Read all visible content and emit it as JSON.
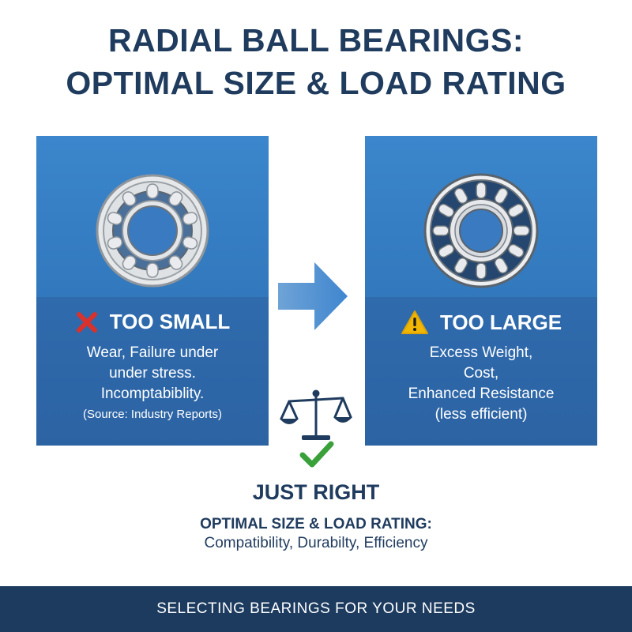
{
  "title": {
    "line1": "RADIAL BALL BEARINGS:",
    "line2": "OPTIMAL SIZE & LOAD RATING"
  },
  "panels": {
    "small": {
      "label": "TOO SMALL",
      "desc_line1": "Wear, Failure under",
      "desc_line2": "under stress.",
      "desc_line3": "Incomptabiblity.",
      "source": "(Source: Industry Reports)",
      "icon": "red-x-icon"
    },
    "large": {
      "label": "TOO LARGE",
      "desc_line1": "Excess Weight,",
      "desc_line2": "Cost,",
      "desc_line3": "Enhanced Resistance",
      "desc_line4": "(less efficient)",
      "icon": "warning-icon"
    }
  },
  "center": {
    "arrow_icon": "right-arrow-icon",
    "scales_icon": "balance-scale-icon",
    "check_icon": "green-check-icon"
  },
  "just_right": {
    "heading": "JUST RIGHT",
    "subheading": "OPTIMAL SIZE & LOAD RATING:",
    "benefits": "Compatibility, Durabilty, Efficiency"
  },
  "footer": {
    "text": "SELECTING BEARINGS FOR YOUR NEEDS"
  },
  "colors": {
    "title": "#1f3b5e",
    "panel": "#3278bd",
    "footer": "#1c3b5f",
    "error_red": "#d9312b",
    "warning_yellow": "#f2b705",
    "check_green": "#3aa13a"
  }
}
